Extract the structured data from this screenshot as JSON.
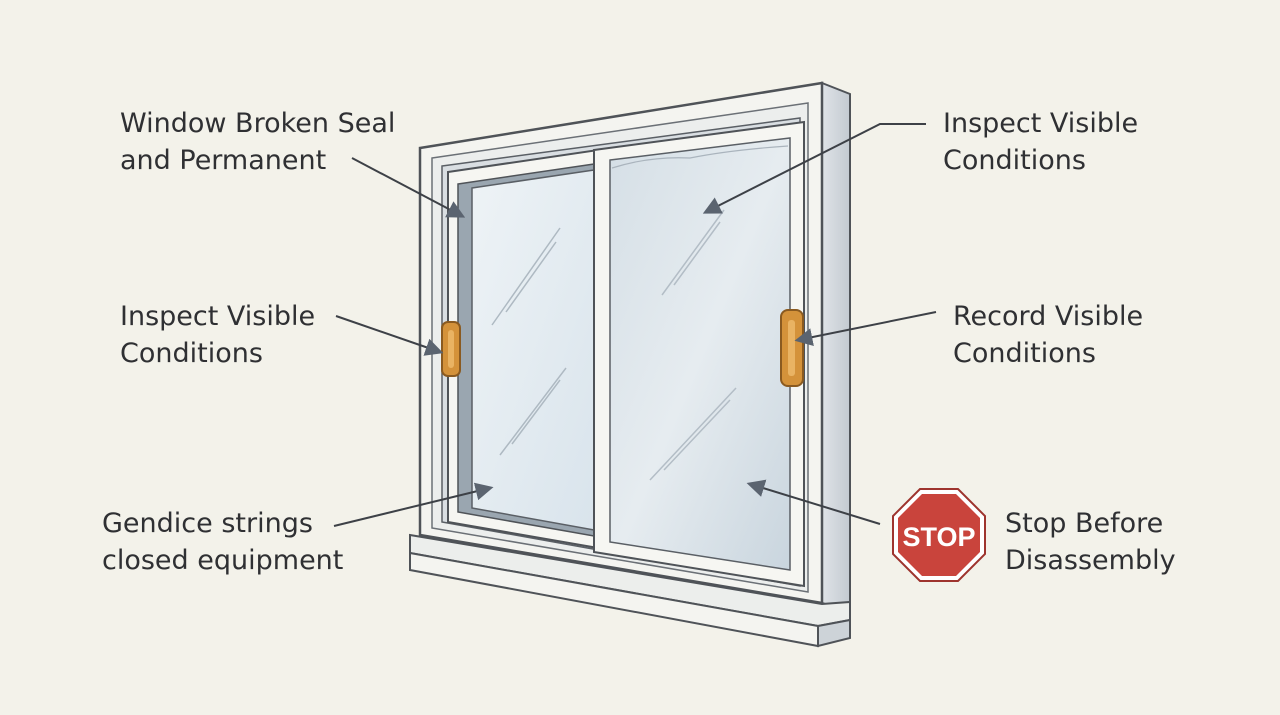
{
  "annotations": {
    "broken_seal": {
      "line1": "Window Broken Seal",
      "line2": "and Permanent"
    },
    "inspect_left": {
      "line1": "Inspect Visible",
      "line2": "Conditions"
    },
    "gendice": {
      "line1": "Gendice strings",
      "line2": "closed equipment"
    },
    "inspect_right": {
      "line1": "Inspect Visible",
      "line2": "Conditions"
    },
    "record": {
      "line1": "Record Visible",
      "line2": "Conditions"
    },
    "stop": {
      "line1": "Stop Before",
      "line2": "Disassembly"
    }
  },
  "stop_sign": {
    "text": "STOP",
    "color": "#c9443c"
  },
  "colors": {
    "background": "#f3f2ea",
    "frame": "#f4f4f0",
    "frame_outline": "#4f5358",
    "glass": "#dfe8ef",
    "handle": "#d4923a",
    "arrow": "#5b6470"
  }
}
